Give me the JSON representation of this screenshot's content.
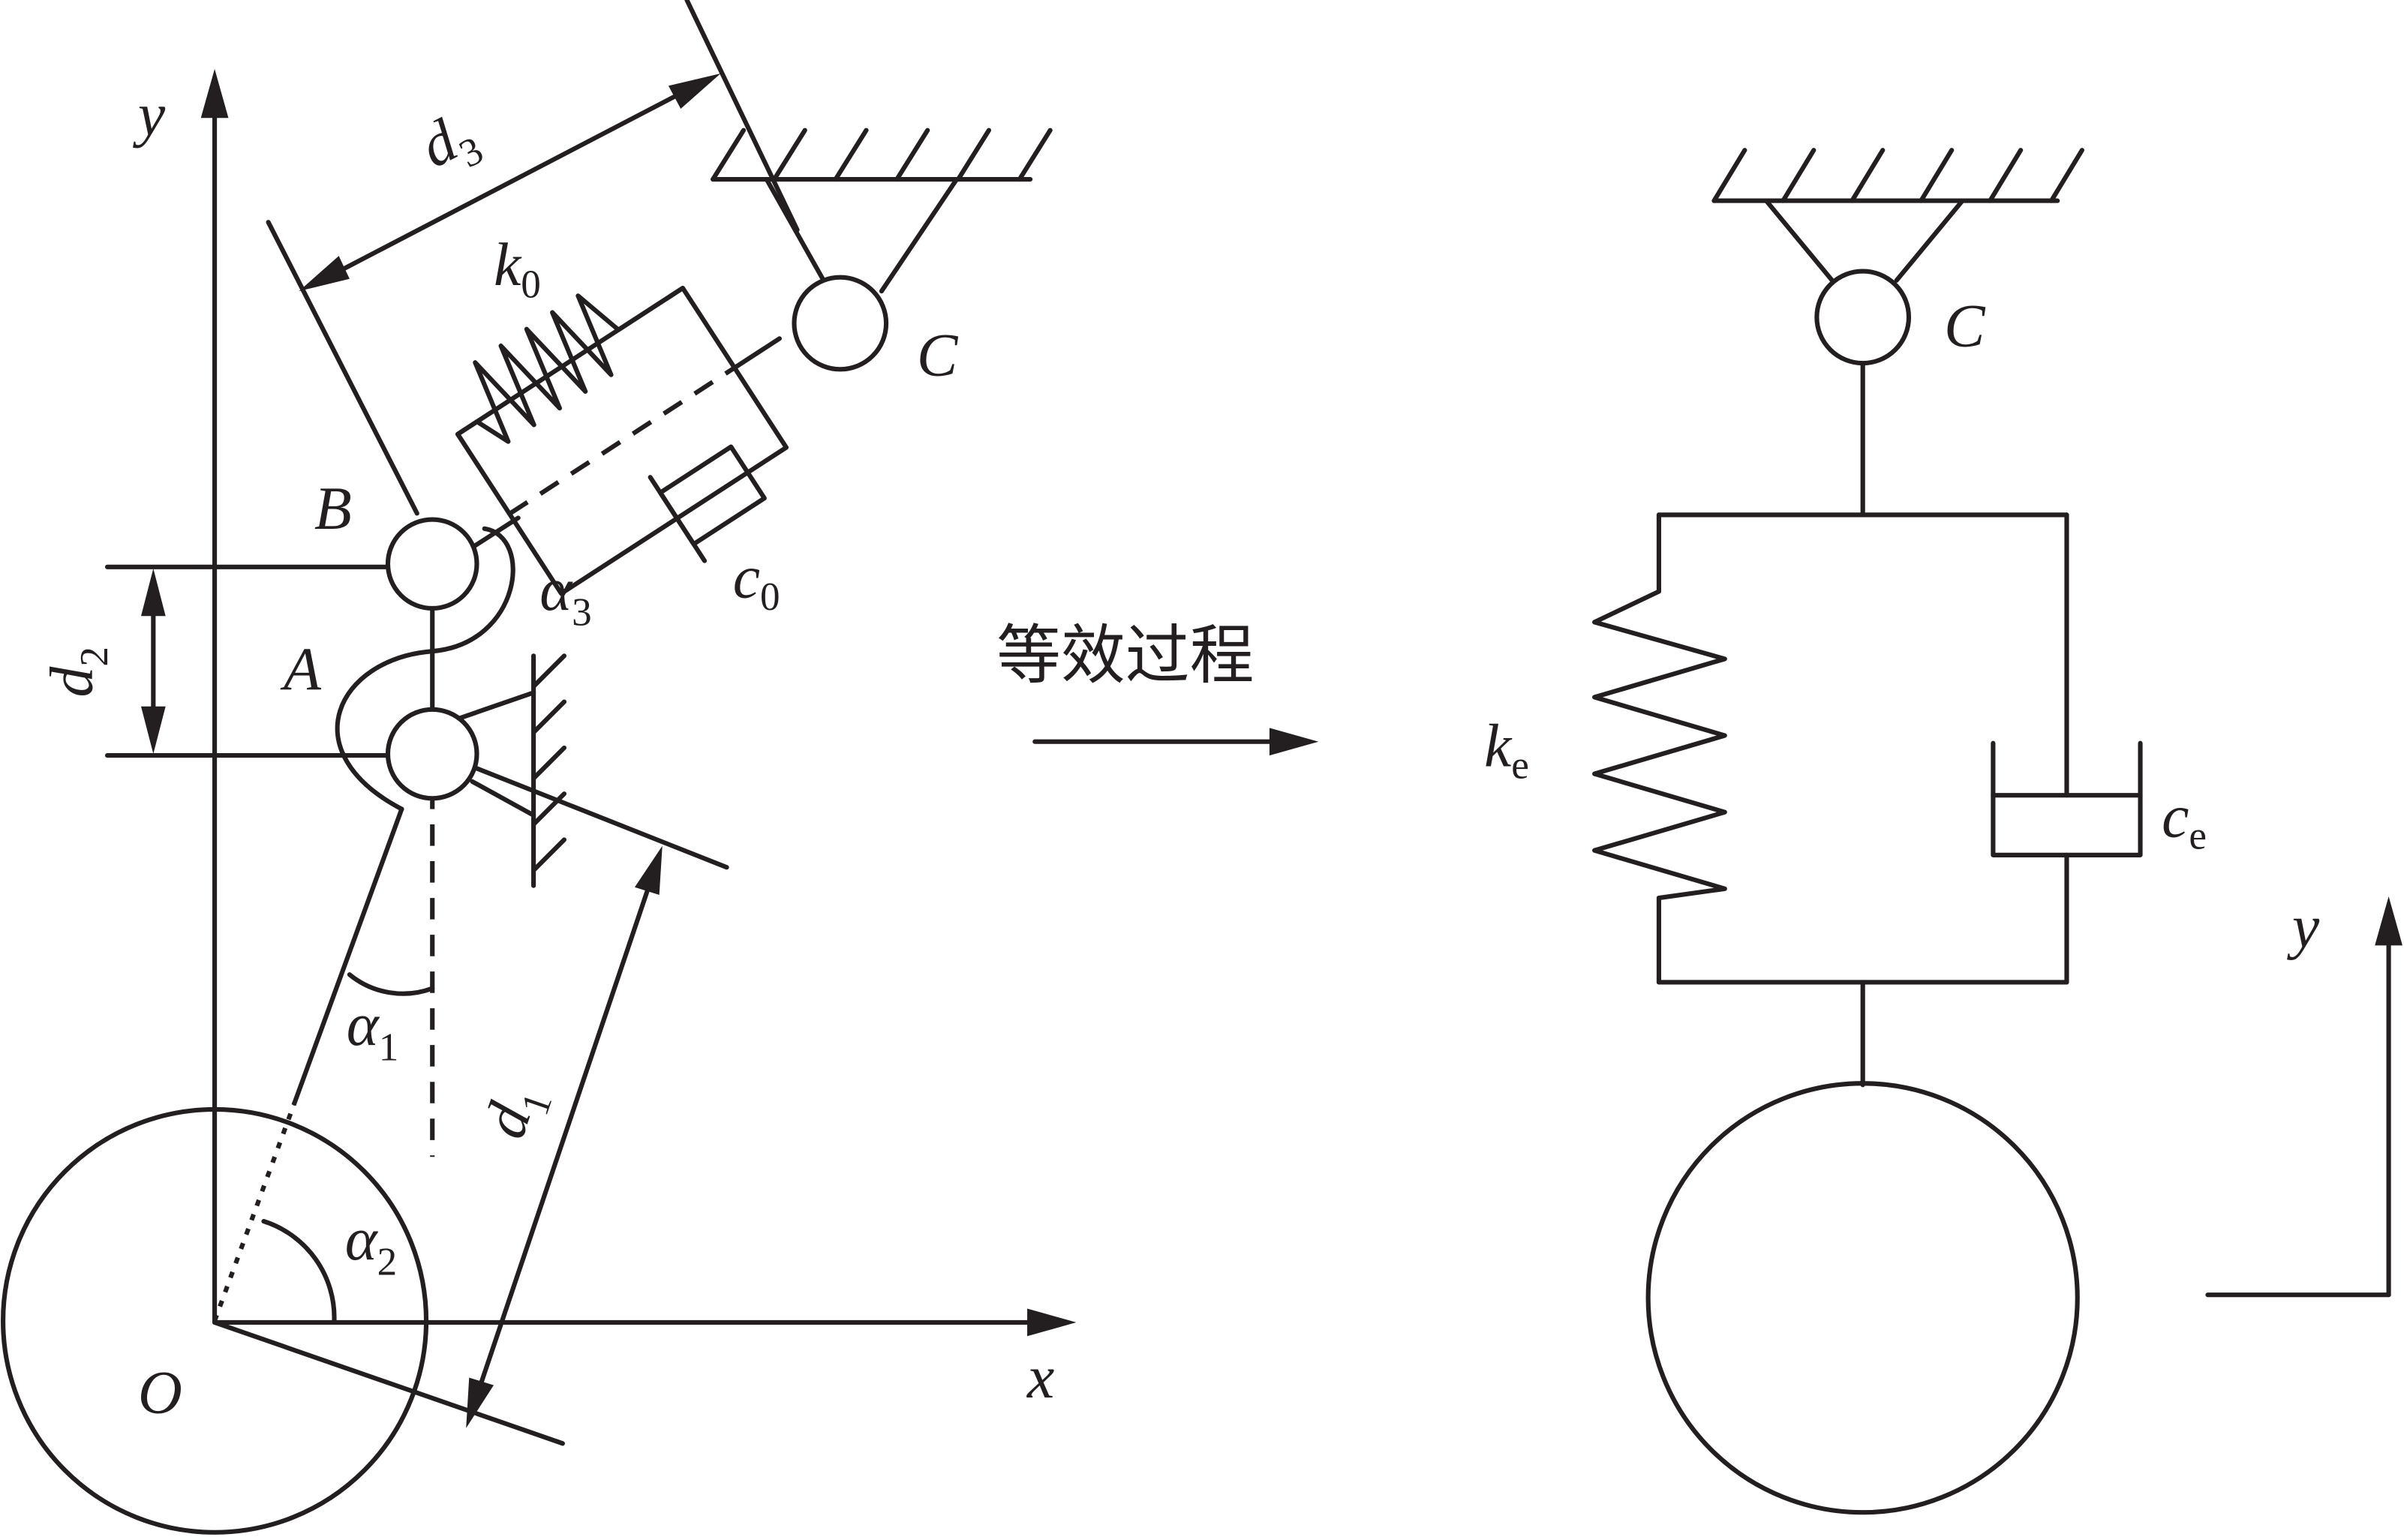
{
  "labels": {
    "y_left": "y",
    "x": "x",
    "origin": "O",
    "A": "A",
    "B": "B",
    "C_left": "C",
    "C_right": "C",
    "d1": "d",
    "d1_sub": "1",
    "d2": "d",
    "d2_sub": "2",
    "d3": "d",
    "d3_sub": "3",
    "k0": "k",
    "k0_sub": "0",
    "c0": "c",
    "c0_sub": "0",
    "alpha1": "α",
    "alpha1_sub": "1",
    "alpha2": "α",
    "alpha2_sub": "2",
    "alpha3": "α",
    "alpha3_sub": "3",
    "ke": "k",
    "ke_sub": "e",
    "ce": "c",
    "ce_sub": "e",
    "y_right": "y",
    "process": "等效过程"
  }
}
